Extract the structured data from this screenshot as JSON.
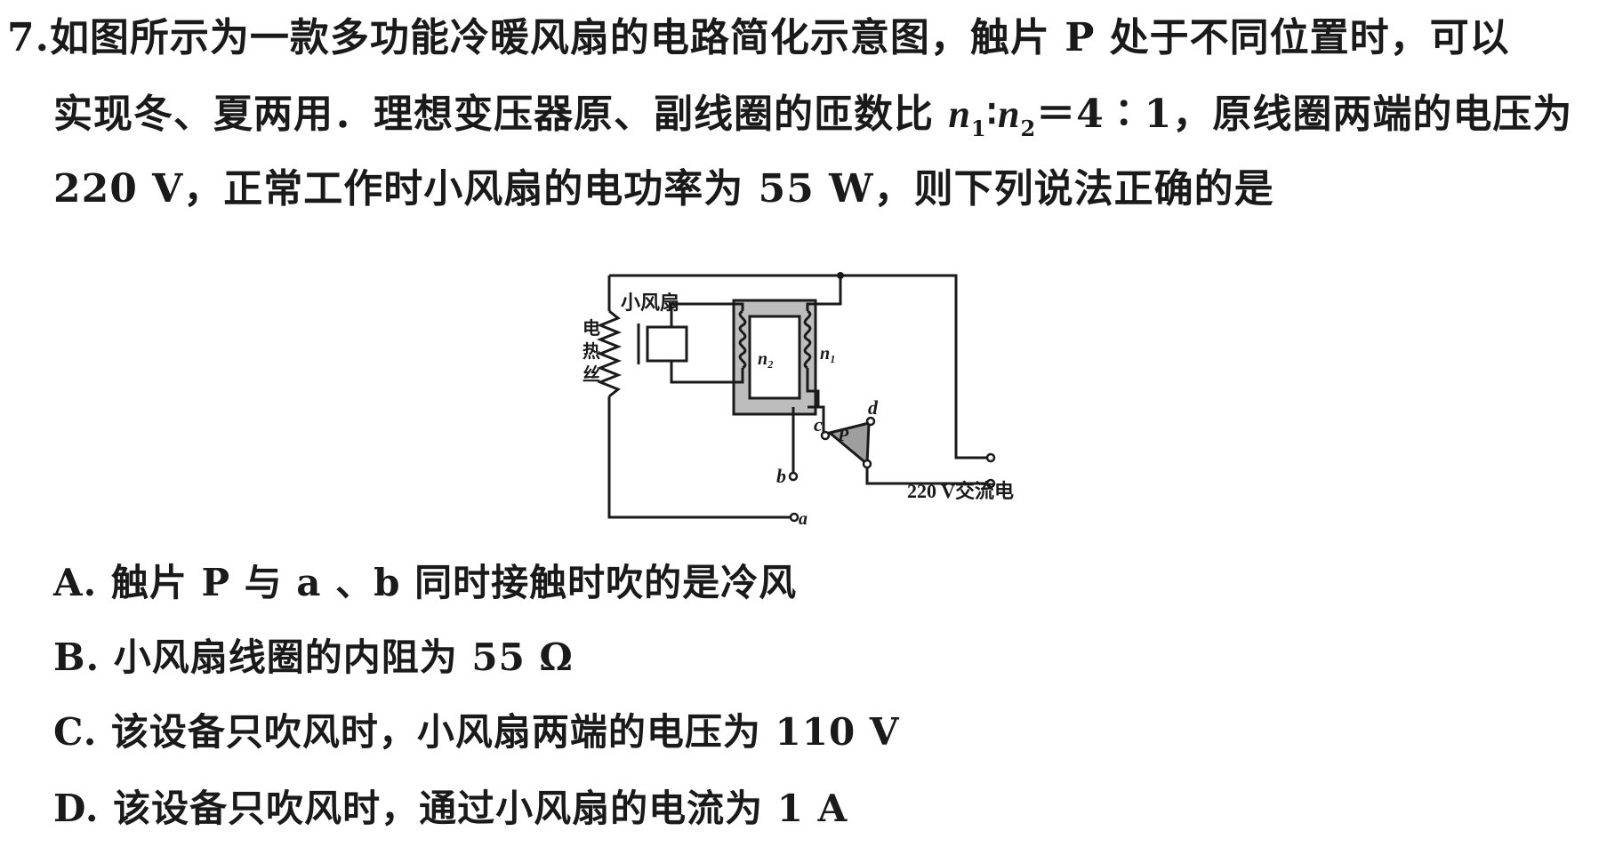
{
  "question": {
    "number": "7.",
    "line1": "如图所示为一款多功能冷暖风扇的电路简化示意图，触片 P 处于不同位置时，可以",
    "line2_a": "实现冬、夏两用．理想变压器原、副线圈的匝数比 ",
    "line2_n1": "n",
    "line2_sub1": "1",
    "line2_colon": "∶",
    "line2_n2": "n",
    "line2_sub2": "2",
    "line2_b": "＝4∶1，原线圈两端的电压为",
    "line3": "220 V，正常工作时小风扇的电功率为 55 W，则下列说法正确的是"
  },
  "figure": {
    "fan_label": "小风扇",
    "heater_label_1": "电",
    "heater_label_2": "热",
    "heater_label_3": "丝",
    "n1_label": "n₁",
    "n2_label": "n₂",
    "p_label": "P",
    "a_label": "a",
    "b_label": "b",
    "c_label": "c",
    "d_label": "d",
    "source_label": "220 V交流电"
  },
  "options": [
    {
      "label": "A. 触片 P 与 a 、b 同时接触时吹的是冷风"
    },
    {
      "label": "B. 小风扇线圈的内阻为 55 Ω"
    },
    {
      "label": "C. 该设备只吹风时，小风扇两端的电压为 110 V"
    },
    {
      "label": "D. 该设备只吹风时，通过小风扇的电流为 1 A"
    }
  ]
}
